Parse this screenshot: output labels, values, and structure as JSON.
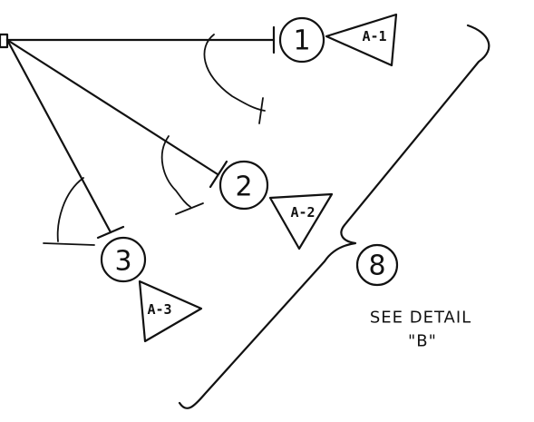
{
  "nodes": [
    {
      "label": "1",
      "tag": "A-1"
    },
    {
      "label": "2",
      "tag": "A-2"
    },
    {
      "label": "3",
      "tag": "A-3"
    }
  ],
  "group": {
    "label": "8",
    "note_line1": "SEE DETAIL",
    "note_line2": "\"B\""
  },
  "colors": {
    "ink": "#111111",
    "paper": "#ffffff"
  }
}
